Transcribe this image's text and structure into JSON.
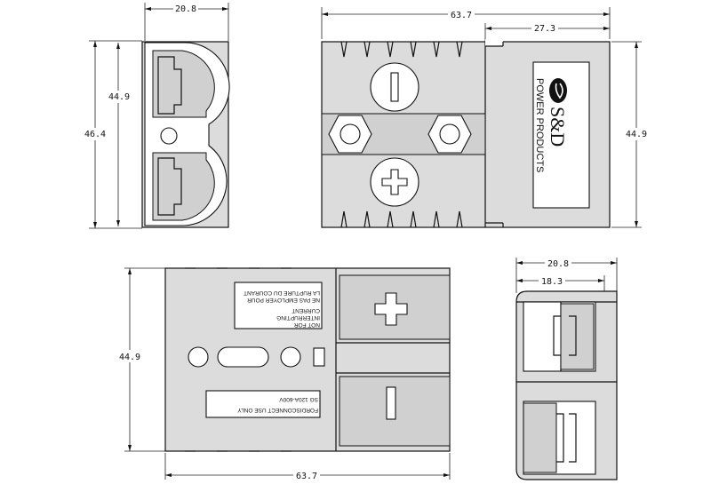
{
  "dimensions": {
    "top_left_width": "20.8",
    "top_left_inner_height": "44.9",
    "top_left_outer_height": "46.4",
    "top_right_width": "63.7",
    "top_right_partial_width": "27.3",
    "top_right_height": "44.9",
    "bottom_left_height": "44.9",
    "bottom_left_width": "63.7",
    "bottom_right_outer_width": "20.8",
    "bottom_right_inner_width": "18.3"
  },
  "logo": {
    "name": "S&D",
    "subtitle": "POWER PRODUCTS"
  },
  "labels": {
    "warning_lines": [
      "NOT FOR",
      "INTERRUPTING",
      "CURRENT",
      "NE PAS EMPLOYER POUR",
      "LA RUPTURE DU COURANT"
    ],
    "usage_lines": [
      "FORDISCONNECT USE ONLY",
      "SG 120A-600V"
    ]
  }
}
